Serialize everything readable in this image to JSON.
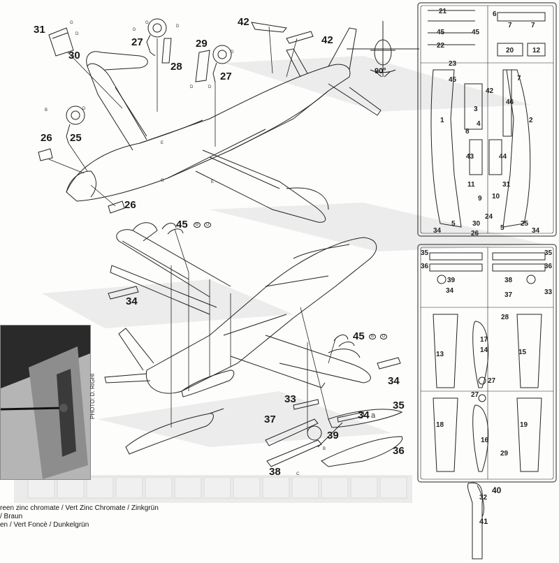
{
  "parts": {
    "p31": "31",
    "p30": "30",
    "p27a": "27",
    "p28": "28",
    "p29": "29",
    "p27b": "27",
    "p42a": "42",
    "p42b": "42",
    "p90": "90°",
    "p26a": "26",
    "p25": "25",
    "p26b": "26",
    "p45a": "45",
    "p34a": "34",
    "p45b": "45",
    "p34b": "34",
    "p33": "33",
    "p35": "35",
    "p37": "37",
    "p34c": "34",
    "p39": "39",
    "p36": "36",
    "p38": "38",
    "p40": "40",
    "p32": "32",
    "p41": "41"
  },
  "letters": {
    "G1": "G",
    "D1": "D",
    "D2": "D",
    "G2": "G",
    "D3": "D",
    "D4": "D",
    "D5": "D",
    "D6": "D",
    "B1": "B",
    "D7": "D",
    "E1": "E",
    "G3": "G",
    "E2": "E",
    "B2": "B",
    "C1": "C",
    "circB1": "B",
    "circD1": "D",
    "circB2": "B",
    "circD2": "D",
    "sub34": "a"
  },
  "sprue1": {
    "n21": "21",
    "n45a": "45",
    "n45b": "45",
    "n22": "22",
    "n6": "6",
    "n7a": "7",
    "n7b": "7",
    "n20": "20",
    "n12": "12",
    "n23": "23",
    "n45c": "45",
    "n42": "42",
    "n7c": "7",
    "n46": "46",
    "n3": "3",
    "n1": "1",
    "n4": "4",
    "n2": "2",
    "n8": "8",
    "n43": "43",
    "n44": "44",
    "n11": "11",
    "n31": "31",
    "n9": "9",
    "n10": "10",
    "n24": "24",
    "n5a": "5",
    "n30": "30",
    "n25": "25",
    "n5b": "5",
    "n34a": "34",
    "n26": "26",
    "n34b": "34"
  },
  "sprue2": {
    "n35a": "35",
    "n35b": "35",
    "n36a": "36",
    "n36b": "36",
    "n39": "39",
    "n38": "38",
    "n34": "34",
    "n37": "37",
    "n33": "33",
    "n28": "28",
    "n17": "17",
    "n14": "14",
    "n13": "13",
    "n15": "15",
    "n27a": "27",
    "n27b": "27",
    "n18": "18",
    "n16": "16",
    "n19": "19",
    "n29": "29"
  },
  "legend": {
    "l1": "reen zinc chromate / Vert Zinc Chromate / Zinkgrün",
    "l2": "/ Braun",
    "l3": "en / Vert Foncè / Dunkelgrün"
  },
  "credit": "PHOTO: D. RIGHI"
}
